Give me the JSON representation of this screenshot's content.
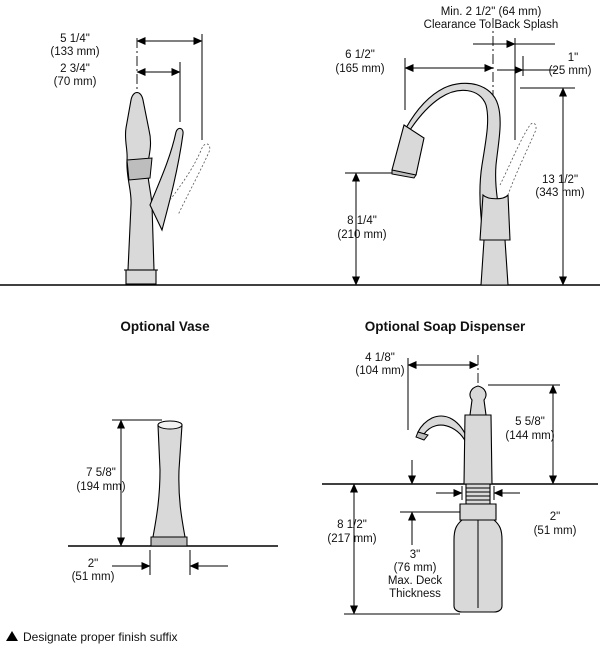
{
  "colors": {
    "ink": "#000000",
    "metal": "#d9d9d9",
    "shadow": "#bdbdbd"
  },
  "icons": {
    "finish_marker": "triangle-up"
  },
  "side_view": {
    "width": {
      "inch": "5 1/4\"",
      "mm": "(133 mm)"
    },
    "handle": {
      "inch": "2 3/4\"",
      "mm": "(70 mm)"
    }
  },
  "front_view": {
    "clearance": {
      "line1": "Min. 2 1/2\" (64 mm)",
      "line2": "Clearance To Back Splash"
    },
    "reach": {
      "inch": "6 1/2\"",
      "mm": "(165 mm)"
    },
    "offset": {
      "inch": "1\"",
      "mm": "(25 mm)"
    },
    "height": {
      "inch": "13 1/2\"",
      "mm": "(343 mm)"
    },
    "spout_height": {
      "inch": "8 1/4\"",
      "mm": "(210 mm)"
    }
  },
  "vase": {
    "title": "Optional Vase",
    "height": {
      "inch": "7 5/8\"",
      "mm": "(194 mm)"
    },
    "base": {
      "inch": "2\"",
      "mm": "(51 mm)"
    }
  },
  "soap": {
    "title": "Optional Soap Dispenser",
    "reach": {
      "inch": "4 1/8\"",
      "mm": "(104 mm)"
    },
    "height": {
      "inch": "5 5/8\"",
      "mm": "(144 mm)"
    },
    "below_deck": {
      "inch": "8 1/2\"",
      "mm": "(217 mm)"
    },
    "deck": {
      "inch": "3\"",
      "mm": "(76 mm)",
      "line3": "Max. Deck",
      "line4": "Thickness"
    },
    "shank": {
      "inch": "2\"",
      "mm": "(51 mm)"
    }
  },
  "footnote": "Designate proper finish suffix"
}
